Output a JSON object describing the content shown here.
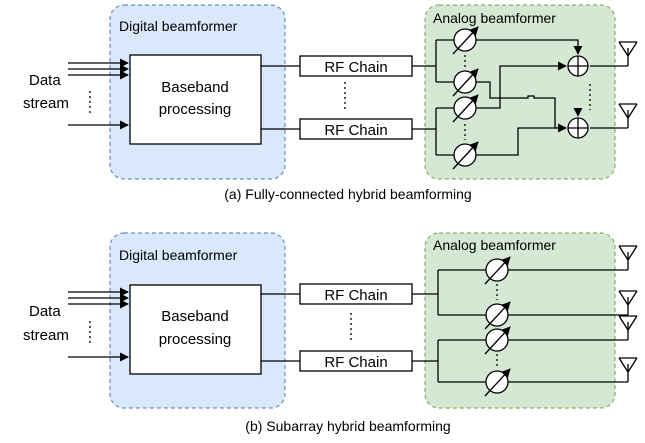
{
  "panels": [
    {
      "id": "a",
      "data_stream_line1": "Data",
      "data_stream_line2": "stream",
      "digital_group_label": "Digital beamformer",
      "baseband_line1": "Baseband",
      "baseband_line2": "processing",
      "rf_chain_top": "RF Chain",
      "rf_chain_bottom": "RF Chain",
      "analog_group_label": "Analog beamformer",
      "caption": "(a) Fully-connected hybrid beamforming"
    },
    {
      "id": "b",
      "data_stream_line1": "Data",
      "data_stream_line2": "stream",
      "digital_group_label": "Digital beamformer",
      "baseband_line1": "Baseband",
      "baseband_line2": "processing",
      "rf_chain_top": "RF Chain",
      "rf_chain_bottom": "RF Chain",
      "analog_group_label": "Analog beamformer",
      "caption": "(b) Subarray hybrid beamforming"
    }
  ],
  "colors": {
    "digital_fill": "#dae8fc",
    "digital_stroke": "#6c8ebf",
    "analog_fill": "#d5e8d4",
    "analog_stroke": "#82b366",
    "line": "#000000"
  }
}
